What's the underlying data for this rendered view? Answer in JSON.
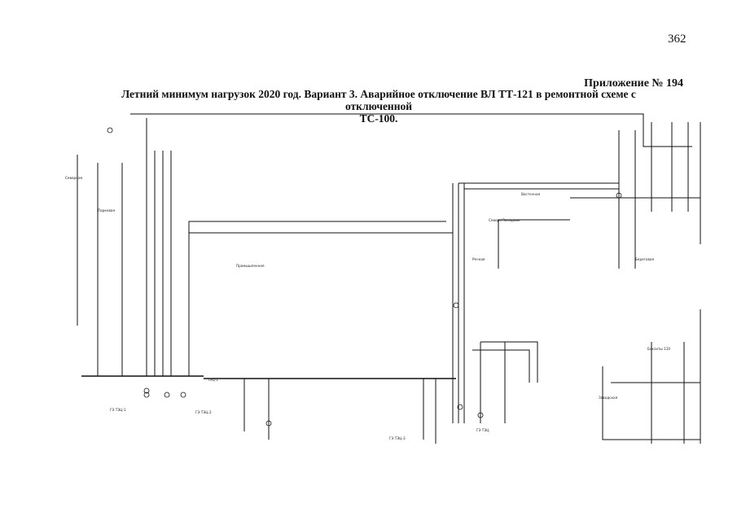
{
  "page": {
    "number": "362",
    "appendix": "Приложение № 194",
    "title_lines": [
      "Летний минимум нагрузок 2020 год. Вариант 3. Аварийное отключение ВЛ ТТ-121 в ремонтной схеме с отключенной",
      "ТС-100."
    ]
  },
  "diagram": {
    "labels": [
      "ГЭ ТЭЦ-1",
      "ГЭ ТЭЦ-2",
      "ГЭ ТЭЦ-3",
      "ГЭ ТЭЦ",
      "Промышленная",
      "Северная",
      "Парковая",
      "Восточная",
      "Речная",
      "Северо-Западная",
      "Береговая",
      "Заводская",
      "Бокситы 110",
      "ТЭЦ-1"
    ]
  }
}
